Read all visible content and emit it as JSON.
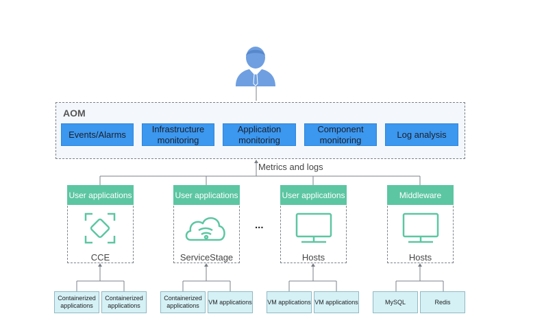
{
  "aom": {
    "title": "AOM",
    "functions": [
      "Events/Alarms",
      "Infrastructure monitoring",
      "Application monitoring",
      "Component monitoring",
      "Log analysis"
    ]
  },
  "flow_label": "Metrics and logs",
  "ellipsis": "...",
  "platforms": [
    {
      "header": "User applications",
      "label": "CCE",
      "icon": "cce-icon"
    },
    {
      "header": "User applications",
      "label": "ServiceStage",
      "icon": "servicestage-icon"
    },
    {
      "header": "User applications",
      "label": "Hosts",
      "icon": "monitor-icon"
    },
    {
      "header": "Middleware",
      "label": "Hosts",
      "icon": "monitor-icon"
    }
  ],
  "leaves": [
    [
      "Containerized applications",
      "Containerized applications"
    ],
    [
      "Containerized applications",
      "VM applications"
    ],
    [
      "VM applications",
      "VM applications"
    ],
    [
      "MySQL",
      "Redis"
    ]
  ],
  "colors": {
    "function_fill": "#3c97ee",
    "header_fill": "#5cc6a2",
    "leaf_fill": "#d5f1f6",
    "user_icon": "#6f9fe0"
  }
}
